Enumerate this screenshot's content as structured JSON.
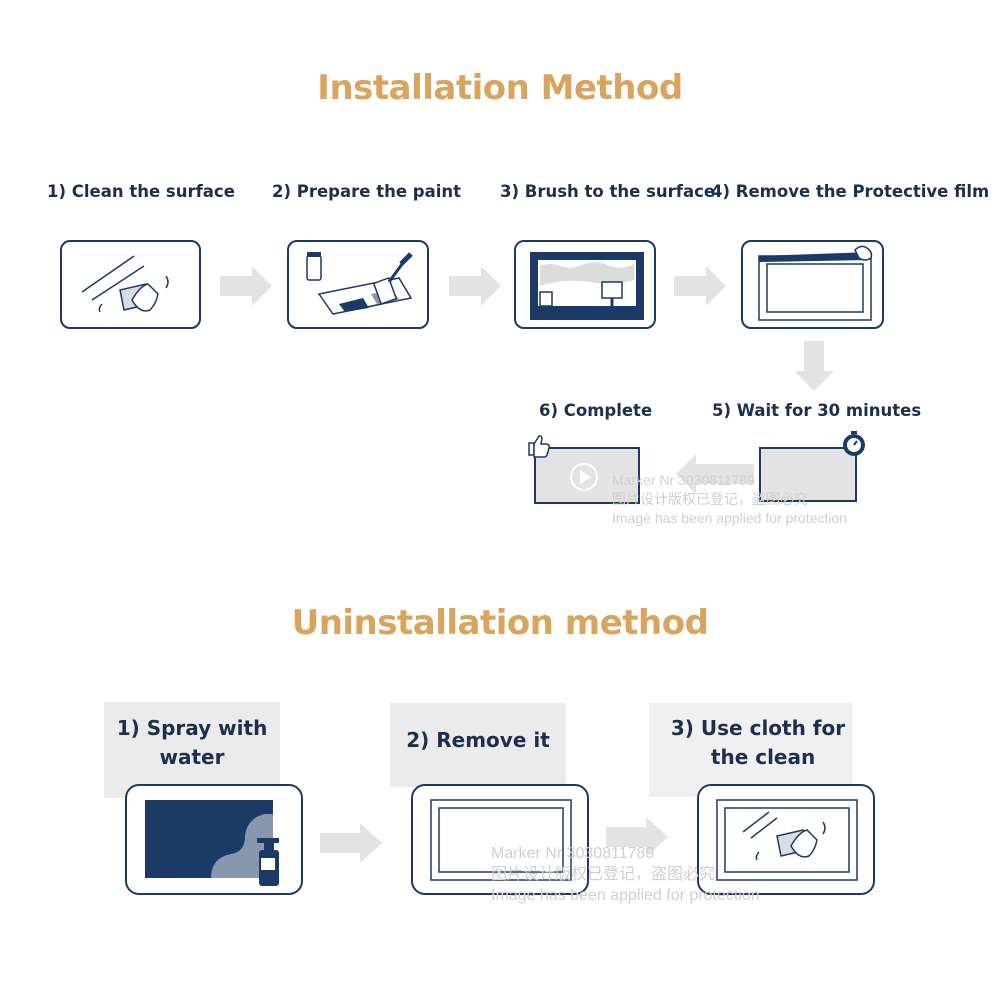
{
  "installation": {
    "title": "Installation Method",
    "steps": {
      "s1": "1) Clean the surface",
      "s2": "2) Prepare the paint",
      "s3": "3) Brush to the surface",
      "s4": "4) Remove the Protective film",
      "s5": "5) Wait for 30 minutes",
      "s6": "6) Complete"
    }
  },
  "uninstallation": {
    "title": "Uninstallation method",
    "steps": {
      "u1_line1": "1) Spray with",
      "u1_line2": "water",
      "u2": "2) Remove it",
      "u3_line1": "3)  Use cloth for",
      "u3_line2": "the clean"
    }
  },
  "watermark": {
    "line1": "Marker Nr 3030811789",
    "line2": "图片设计版权已登记，盗图必究",
    "line3": "Image has been applied for protection"
  },
  "colors": {
    "title": "#d9a45e",
    "navy": "#1c3a66",
    "arrow": "#e3e3e3",
    "label_bg": "#ebebeb"
  }
}
